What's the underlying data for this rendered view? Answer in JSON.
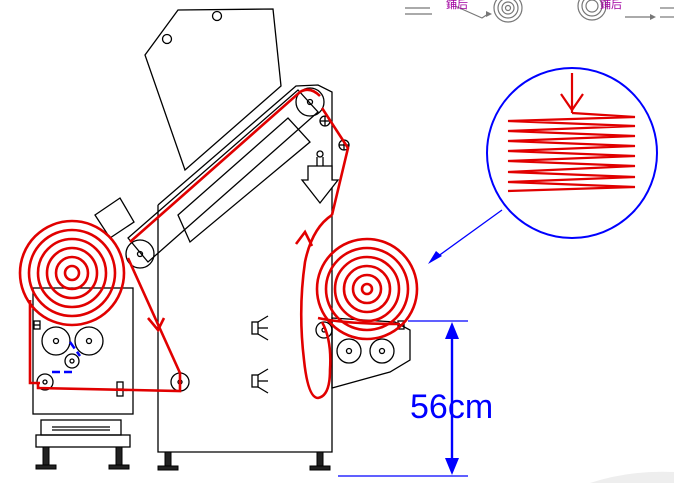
{
  "top_icons": {
    "left_label": "鋪后",
    "right_label": "鋪后"
  },
  "dimension": {
    "label": "56cm"
  },
  "colors": {
    "machine_line": "#000000",
    "paper_path": "#e10000",
    "dimension": "#0000ff",
    "icon_text": "#a000a0",
    "icon_line": "#777777"
  }
}
